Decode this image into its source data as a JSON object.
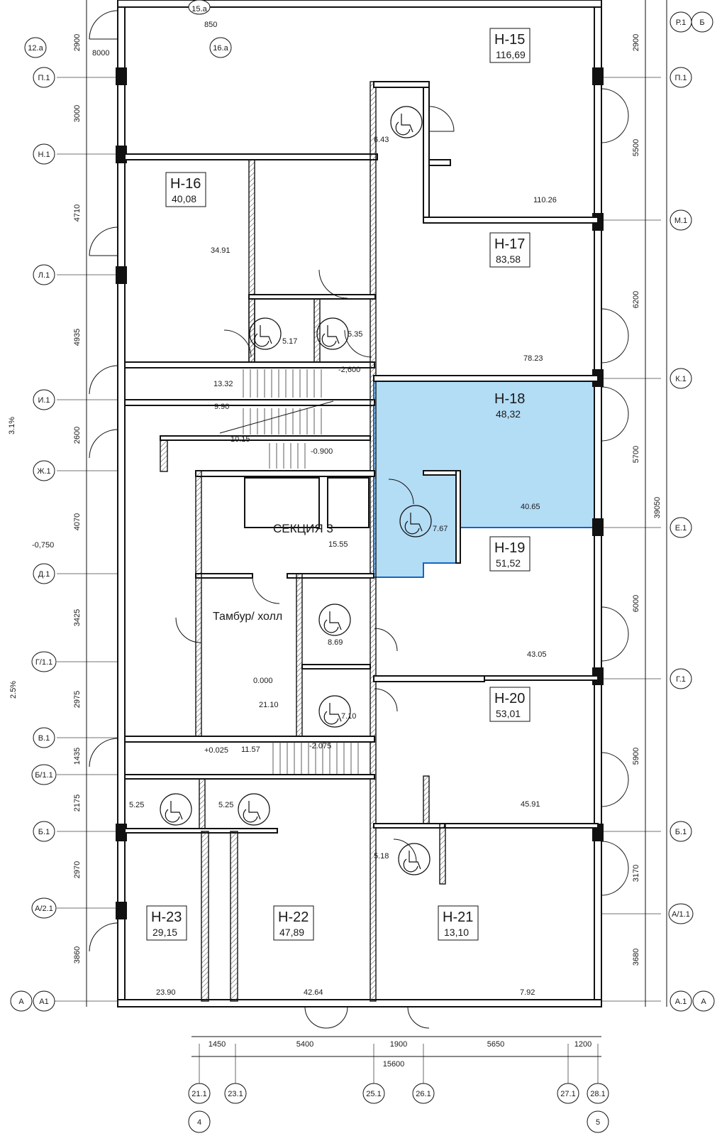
{
  "highlight_color": "#b3dcf5",
  "highlight_stroke": "#1565c0",
  "section_label": "СЕКЦИЯ 3",
  "vestibule_label": "Тамбур/ холл",
  "units": [
    {
      "id": "Н-15",
      "area": "116,69",
      "highlighted": false
    },
    {
      "id": "Н-16",
      "area": "40,08",
      "highlighted": false
    },
    {
      "id": "Н-17",
      "area": "83,58",
      "highlighted": false
    },
    {
      "id": "Н-18",
      "area": "48,32",
      "highlighted": true
    },
    {
      "id": "Н-19",
      "area": "51,52",
      "highlighted": false
    },
    {
      "id": "Н-20",
      "area": "53,01",
      "highlighted": false
    },
    {
      "id": "Н-21",
      "area": "13,10",
      "highlighted": false
    },
    {
      "id": "Н-22",
      "area": "47,89",
      "highlighted": false
    },
    {
      "id": "Н-23",
      "area": "29,15",
      "highlighted": false
    }
  ],
  "room_areas": [
    "6.43",
    "110.26",
    "34.91",
    "5.17",
    "5.35",
    "13.32",
    "78.23",
    "9.90",
    "10.15",
    "40.65",
    "7.67",
    "15.55",
    "8.69",
    "43.05",
    "0.000",
    "21.10",
    "7.10",
    "11.57",
    "5.25",
    "5.25",
    "45.91",
    "5.18",
    "23.90",
    "42.64",
    "7.92"
  ],
  "level_marks": [
    "-2,600",
    "-0.900",
    "-0,750",
    "+0.025",
    "-2.075"
  ],
  "slopes": [
    "3.1%",
    "2.5%"
  ],
  "left_axes": [
    "П.1",
    "Н.1",
    "Л.1",
    "И.1",
    "Ж.1",
    "Д.1",
    "Г/1.1",
    "В.1",
    "Б/1.1",
    "Б.1",
    "А/2.1",
    "А",
    "А1"
  ],
  "right_axes": [
    "Р.1",
    "Б",
    "П.1",
    "М.1",
    "К.1",
    "Е.1",
    "Г.1",
    "Б.1",
    "А/1.1",
    "А.1",
    "А"
  ],
  "top_axes": [
    "12.а",
    "15.а",
    "16.а"
  ],
  "bottom_axes": [
    "21.1",
    "23.1",
    "25.1",
    "26.1",
    "27.1",
    "28.1",
    "4",
    "5"
  ],
  "left_dims": [
    "2900",
    "8000",
    "3000",
    "4710",
    "4935",
    "2600",
    "4070",
    "3425",
    "2975",
    "1435",
    "2175",
    "2970",
    "3860"
  ],
  "top_dims": [
    "850"
  ],
  "right_dims": [
    "2900",
    "5500",
    "6200",
    "5700",
    "6000",
    "5900",
    "3170",
    "3680",
    "39050"
  ],
  "bottom_dims": [
    "1450",
    "5400",
    "1900",
    "5650",
    "1200",
    "15600"
  ]
}
